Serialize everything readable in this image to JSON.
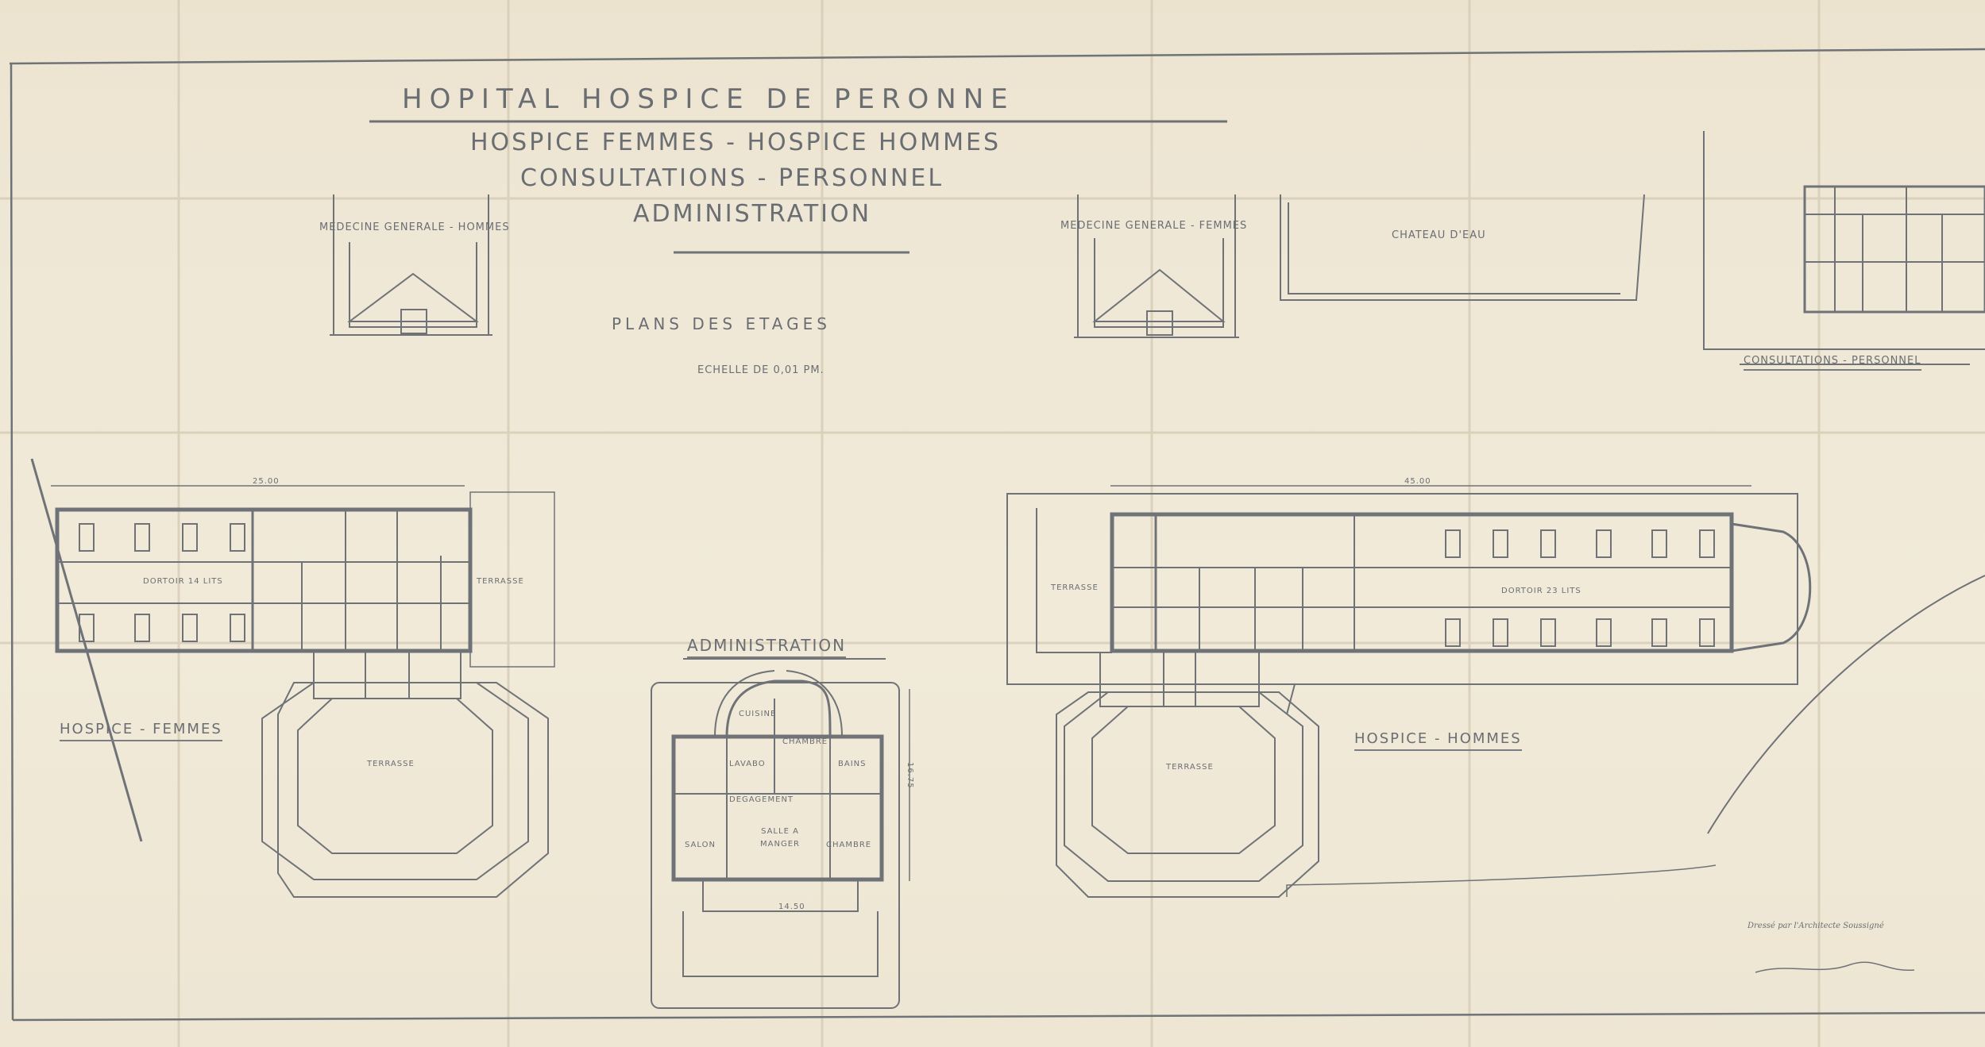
{
  "title": {
    "line1": "HOPITAL  HOSPICE  DE  PERONNE",
    "line2": "HOSPICE FEMMES - HOSPICE HOMMES",
    "line3": "CONSULTATIONS - PERSONNEL",
    "line4": "ADMINISTRATION"
  },
  "subtitle": "PLANS  DES  ETAGES",
  "scale": "ECHELLE  DE  0,01  PM.",
  "elevations": {
    "hommes": "MEDECINE GENERALE - HOMMES",
    "femmes": "MEDECINE GENERALE - FEMMES",
    "chateau": "CHATEAU  D'EAU"
  },
  "inset_label": "CONSULTATIONS - PERSONNEL",
  "plans": {
    "femmes": "HOSPICE - FEMMES",
    "hommes": "HOSPICE - HOMMES",
    "admin": "ADMINISTRATION"
  },
  "rooms": {
    "dortoir14": "DORTOIR  14  LITS",
    "dortoir23": "DORTOIR  23  LITS",
    "terrasse": "TERRASSE",
    "cuisine": "CUISINE",
    "chambre": "CHAMBRE",
    "lavabo": "LAVABO",
    "bains": "BAINS",
    "degagement": "DEGAGEMENT",
    "salon": "SALON",
    "salle_a_manger": "SALLE A MANGER"
  },
  "dimensions": {
    "femmes_width": "25.00",
    "hommes_width": "45.00",
    "admin_width": "14.50",
    "admin_height": "16.75"
  },
  "signature_block": "Dressé par l'Architecte Soussigné"
}
